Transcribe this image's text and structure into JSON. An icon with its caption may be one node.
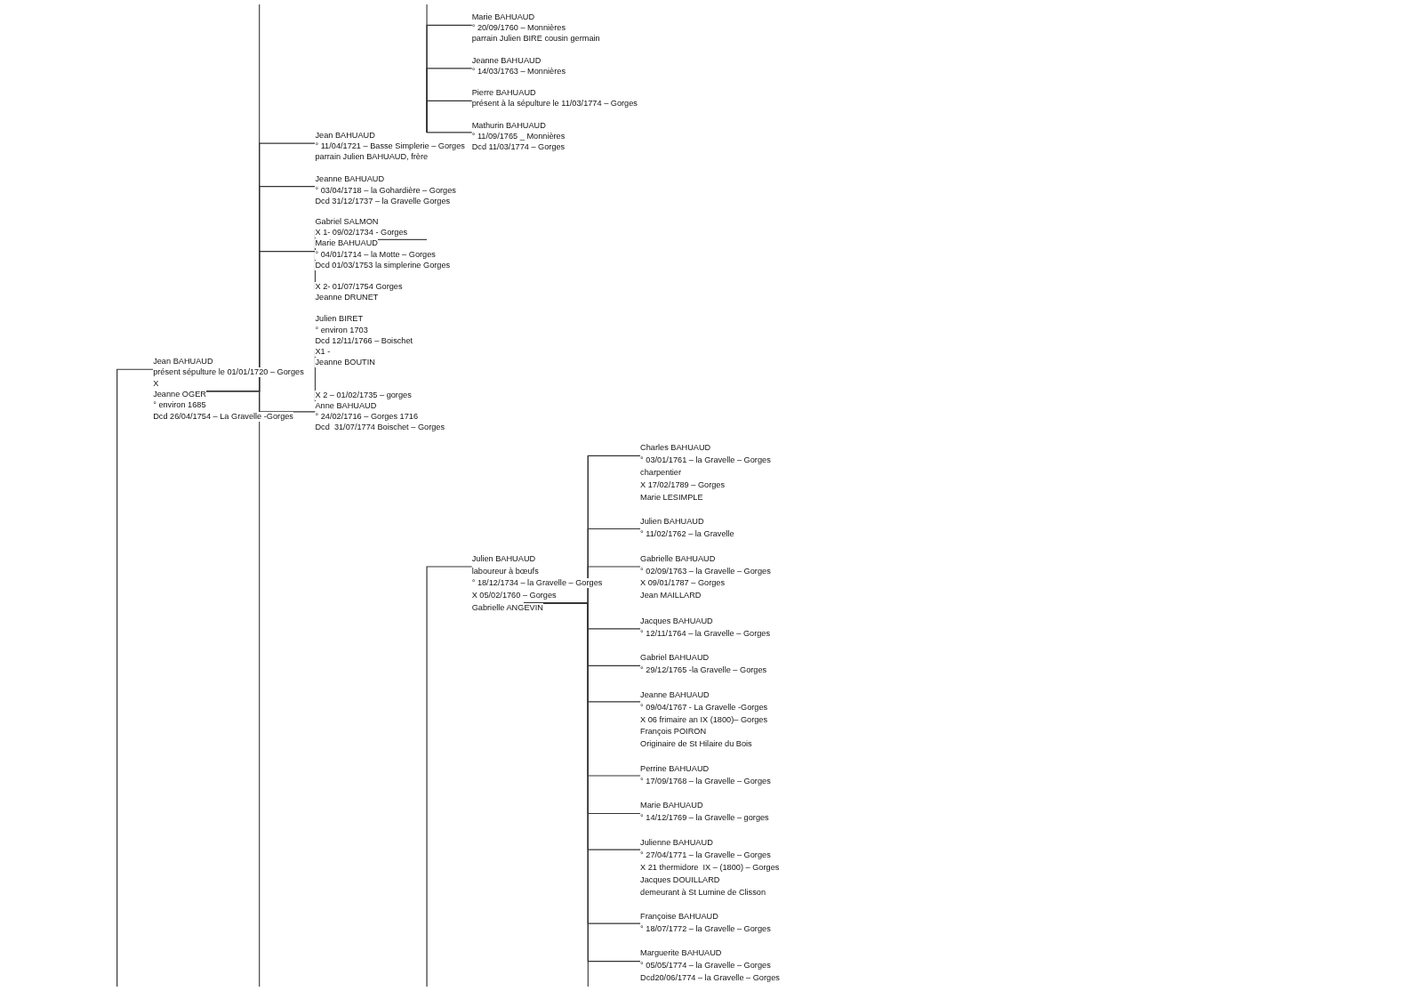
{
  "diagram": {
    "nodes": [
      {
        "text": [
          "Jean BAHUAUD",
          "présent sépulture le 01/01/1720 – Gorges",
          "X",
          "Jeanne OGER",
          "° environ 1685",
          "Dcd 26/04/1754 – La Gravelle -Gorges"
        ]
      },
      {
        "text": [
          "Jean BAHUAUD",
          "° 11/04/1721 – Basse Simplerie – Gorges",
          "parrain Julien BAHUAUD, frère"
        ]
      },
      {
        "text": [
          "Jeanne BAHUAUD",
          "° 03/04/1718 – la Gohardière – Gorges",
          "Dcd 31/12/1737 – la Gravelle Gorges"
        ]
      },
      {
        "text": [
          "Gabriel SALMON",
          "X 1- 09/02/1734 - Gorges",
          "Marie BAHUAUD",
          "° 04/01/1714 – la Motte – Gorges",
          "Dcd 01/03/1753 la simplerine Gorges",
          "X 2- 01/07/1754 Gorges",
          "Jeanne DRUNET"
        ]
      },
      {
        "text": [
          "Julien BIRET",
          "° environ 1703",
          "Dcd 12/11/1766 – Boischet",
          "X1 -",
          "Jeanne BOUTIN",
          "X 2 – 01/02/1735 – gorges",
          "Anne BAHUAUD",
          "° 24/02/1716 – Gorges 1716",
          "Dcd  31/07/1774 Boischet – Gorges"
        ]
      },
      {
        "text": [
          "Marie BAHUAUD",
          "° 20/09/1760 – Monnières",
          "parrain Julien BIRE cousin germain"
        ]
      },
      {
        "text": [
          "Jeanne BAHUAUD",
          "° 14/03/1763 – Monnières"
        ]
      },
      {
        "text": [
          "Pierre BAHUAUD",
          "présent à la sépulture le 11/03/1774 – Gorges"
        ]
      },
      {
        "text": [
          "Mathurin BAHUAUD",
          "° 11/09/1765 _ Monnières",
          "Dcd 11/03/1774 – Gorges"
        ]
      },
      {
        "text": [
          "Julien BAHUAUD",
          "laboureur à bœufs",
          "° 18/12/1734 – la Gravelle – Gorges",
          "X 05/02/1760 – Gorges",
          "Gabrielle ANGEVIN"
        ]
      },
      {
        "text": [
          "Charles BAHUAUD",
          "° 03/01/1761 – la Gravelle – Gorges",
          "charpentier",
          "X 17/02/1789 – Gorges",
          "Marie LESIMPLE"
        ]
      },
      {
        "text": [
          "Julien BAHUAUD",
          "° 11/02/1762 – la Gravelle"
        ]
      },
      {
        "text": [
          "Gabrielle BAHUAUD",
          "° 02/09/1763 – la Gravelle – Gorges",
          "X 09/01/1787 – Gorges",
          "Jean MAILLARD"
        ]
      },
      {
        "text": [
          "Jacques BAHUAUD",
          "° 12/11/1764 – la Gravelle – Gorges"
        ]
      },
      {
        "text": [
          "Gabriel BAHUAUD",
          "° 29/12/1765 -la Gravelle – Gorges"
        ]
      },
      {
        "text": [
          "Jeanne BAHUAUD",
          "° 09/04/1767 - La Gravelle -Gorges",
          "X 06 frimaire an IX (1800)– Gorges",
          "François POIRON",
          "Originaire de St Hilaire du Bois"
        ]
      },
      {
        "text": [
          "Perrine BAHUAUD",
          "° 17/09/1768 – la Gravelle – Gorges"
        ]
      },
      {
        "text": [
          "Marie BAHUAUD",
          "° 14/12/1769 – la Gravelle – gorges"
        ]
      },
      {
        "text": [
          "Julienne BAHUAUD",
          "° 27/04/1771 – la Gravelle – Gorges",
          "X 21 thermidore  IX – (1800) – Gorges",
          "Jacques DOUILLARD",
          "demeurant à St Lumine de Clisson"
        ]
      },
      {
        "text": [
          "Françoise BAHUAUD",
          "° 18/07/1772 – la Gravelle – Gorges"
        ]
      },
      {
        "text": [
          "Marguerite BAHUAUD",
          "° 05/05/1774 – la Gravelle – Gorges",
          "Dcd20/06/1774 – la Gravelle – Gorges"
        ]
      }
    ],
    "edges": [
      {
        "from": null,
        "to": 0,
        "arrow": "none"
      },
      {
        "from": 0,
        "to": 1,
        "arrow": "none"
      },
      {
        "from": 0,
        "to": 2,
        "arrow": "none"
      },
      {
        "from": 0,
        "to": 3,
        "arrow": "none"
      },
      {
        "from": 0,
        "to": 4,
        "arrow": "none"
      },
      {
        "from": 1,
        "to": 5,
        "arrow": "none"
      },
      {
        "from": 1,
        "to": 6,
        "arrow": "none"
      },
      {
        "from": 1,
        "to": 7,
        "arrow": "none"
      },
      {
        "from": 1,
        "to": 8,
        "arrow": "none"
      },
      {
        "from": null,
        "to": 9,
        "arrow": "none"
      },
      {
        "from": 9,
        "to": 10,
        "arrow": "none"
      },
      {
        "from": 9,
        "to": 11,
        "arrow": "none"
      },
      {
        "from": 9,
        "to": 12,
        "arrow": "none"
      },
      {
        "from": 9,
        "to": 13,
        "arrow": "none"
      },
      {
        "from": 9,
        "to": 14,
        "arrow": "none"
      },
      {
        "from": 9,
        "to": 15,
        "arrow": "none"
      },
      {
        "from": 9,
        "to": 16,
        "arrow": "none"
      },
      {
        "from": 9,
        "to": 17,
        "arrow": "none"
      },
      {
        "from": 9,
        "to": 18,
        "arrow": "none"
      },
      {
        "from": 9,
        "to": 19,
        "arrow": "none"
      },
      {
        "from": 9,
        "to": 20,
        "arrow": "none"
      }
    ]
  }
}
